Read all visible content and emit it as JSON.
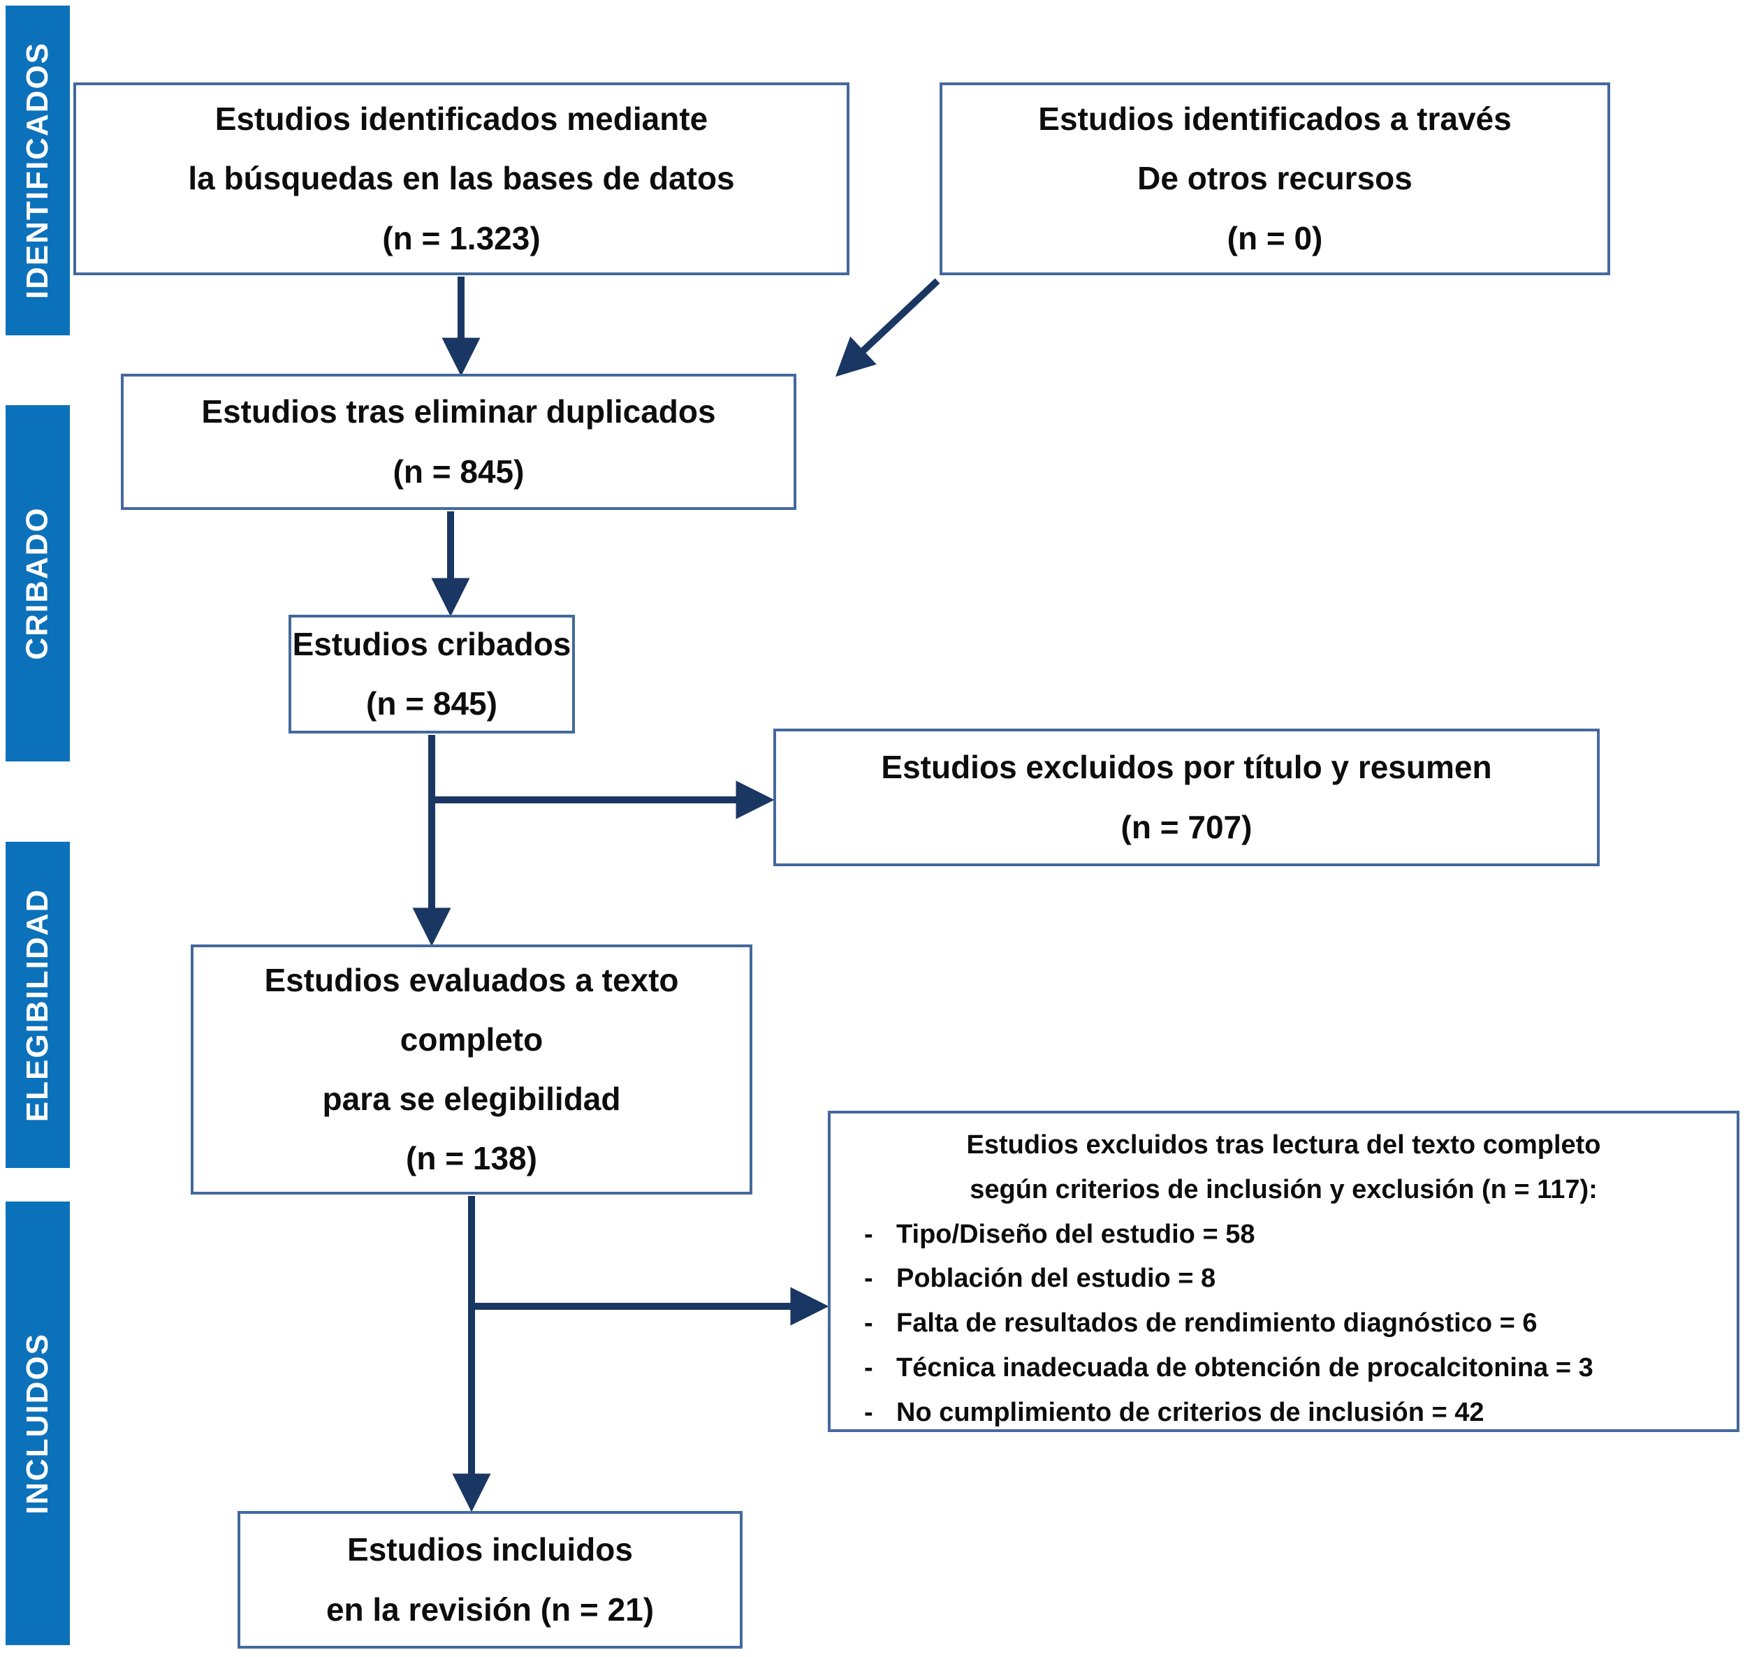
{
  "diagram": {
    "type": "prisma-flow",
    "colors": {
      "sidebar_blue": "#0C71BB",
      "box_border": "#44699D",
      "arrow_navy": "#1A3763",
      "text": "#0d0d0d"
    },
    "sidebar": [
      {
        "label": "IDENTIFICADOS"
      },
      {
        "label": "CRIBADO"
      },
      {
        "label": "ELEGIBILIDAD"
      },
      {
        "label": "INCLUIDOS"
      }
    ],
    "boxes": {
      "identified_databases": {
        "lines": [
          "Estudios identificados mediante",
          "la búsquedas en las bases de datos",
          "(n = 1.323)"
        ]
      },
      "identified_other": {
        "lines": [
          "Estudios identificados a través",
          "De otros recursos",
          "(n = 0)"
        ]
      },
      "after_duplicates": {
        "lines": [
          "Estudios tras eliminar duplicados",
          "(n = 845)"
        ]
      },
      "screened": {
        "lines": [
          "Estudios cribados",
          "(n = 845)"
        ]
      },
      "excluded_title_abstract": {
        "lines": [
          "Estudios excluidos por título y resumen",
          "(n = 707)"
        ]
      },
      "fulltext_assessed": {
        "lines": [
          "Estudios evaluados a texto",
          "completo",
          "para se elegibilidad",
          "(n = 138)"
        ]
      },
      "excluded_fulltext": {
        "bullet_char": "-",
        "title_lines": [
          "Estudios excluidos tras lectura del texto completo",
          "según criterios de inclusión y exclusión (n = 117):"
        ],
        "items": [
          "Tipo/Diseño del estudio = 58",
          "Población del estudio = 8",
          "Falta de resultados de rendimiento diagnóstico = 6",
          "Técnica inadecuada de obtención de procalcitonina = 3",
          "No cumplimiento de criterios de inclusión = 42"
        ]
      },
      "included": {
        "lines": [
          "Estudios incluidos",
          "en la revisión (n = 21)"
        ]
      }
    }
  }
}
